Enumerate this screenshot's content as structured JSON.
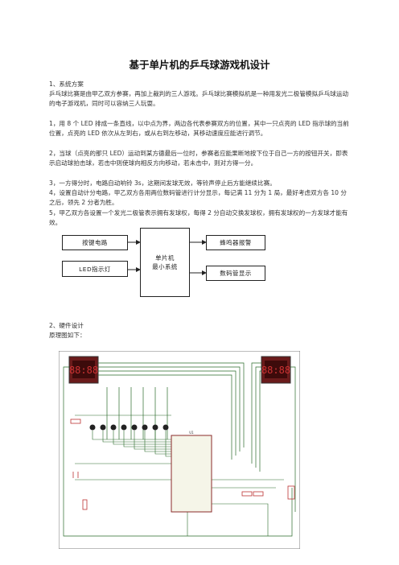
{
  "title": "基于单片机的乒乓球游戏机设计",
  "section1": {
    "heading": "1、系统方案",
    "p1": "乒乓球比赛是由甲乙双方参赛，再加上裁判的三人游戏。乒乓球比赛模拟机是一种用发光二极管模拟乒乓球运动的电子游戏机，同时可以容纳三人玩耍。",
    "p2": "1，用 8 个 LED 排成一条直线，以中点为界，两边各代表参赛双方的位置，其中一只点亮的 LED 指示球的当前位置，点亮的 LED 依次从左到右，或从右到左移动，其移动速度应能进行调节。",
    "p3": "2，当球（点亮的那只 LED）运动到某方德最后一位时，参赛者应能果断地按下位于自己一方的按钮开关，即表示启动球拍击球，若击中则使球向相反方向移动，若未击中，则对方得一分。",
    "p4": "3，一方得分时，电路自动响铃 3s，这期间发球无效，等铃声停止后方能继续比赛。",
    "p5": "4，设置自动计分电路，甲乙双方各用两位数码管进行计分显示，每记满 11 分为 1 局，最好考虑双方各 10 分之后，领先 2 分者为胜。",
    "p6": "5，甲乙双方各设置一个发光二极管表示拥有发球权，每得 2 分自动交换发球权，拥有发球权的一方发球才能有效。"
  },
  "diagram": {
    "left_top": "按键电路",
    "left_bottom": "LED指示灯",
    "center_line1": "单片机",
    "center_line2": "最小系统",
    "right_top": "蜂鸣器报警",
    "right_bottom": "数码管显示"
  },
  "section2": {
    "heading": "2、硬件设计",
    "caption": "原理图如下："
  },
  "schematic": {
    "display_left": "88:88",
    "display_right": "88:88",
    "chip_label": "U1"
  }
}
